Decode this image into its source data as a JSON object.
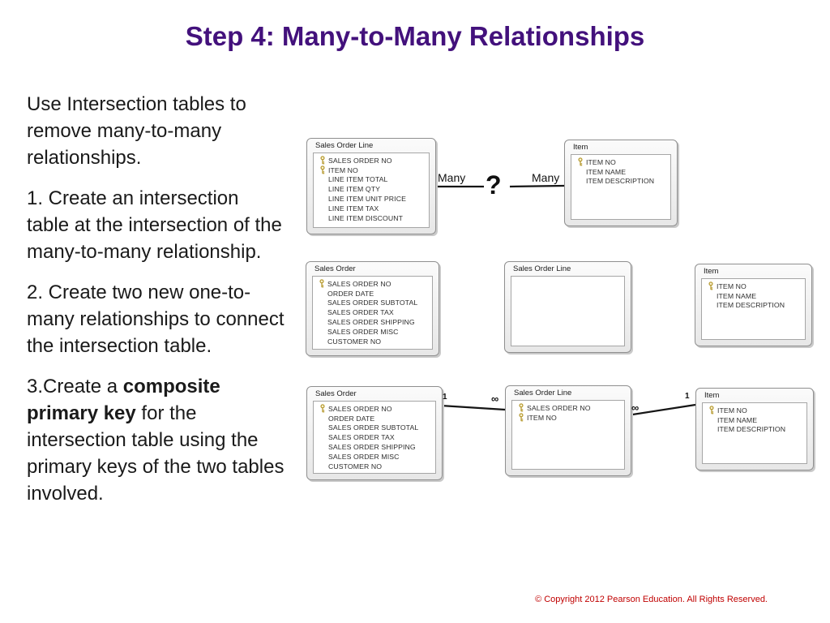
{
  "slide": {
    "title": "Step 4: Many-to-Many Relationships",
    "title_color": "#43117C",
    "copyright": "© Copyright 2012 Pearson Education. All Rights Reserved.",
    "copyright_color": "#C00000"
  },
  "body": {
    "para1": "Use Intersection tables to remove many-to-many relationships.",
    "para2": "1. Create an intersection table at the intersection of the many-to-many relationship.",
    "para3": "2. Create two new one-to-many relationships to connect the intersection table.",
    "para4_prefix": "3.Create a ",
    "para4_bold": "composite primary key",
    "para4_suffix": " for the intersection table using the primary keys of the two tables involved."
  },
  "diagram": {
    "key_icon_color": "#B79B33",
    "connector_color": "#151515",
    "tables": {
      "t1": {
        "title": "Sales Order Line",
        "fields": [
          {
            "label": "SALES ORDER NO",
            "key": true
          },
          {
            "label": "ITEM NO",
            "key": true
          },
          {
            "label": "LINE ITEM TOTAL"
          },
          {
            "label": "LINE ITEM QTY"
          },
          {
            "label": "LINE ITEM UNIT PRICE"
          },
          {
            "label": "LINE ITEM TAX"
          },
          {
            "label": "LINE ITEM DISCOUNT"
          }
        ]
      },
      "t2": {
        "title": "Item",
        "fields": [
          {
            "label": "ITEM NO",
            "key": true
          },
          {
            "label": "ITEM NAME"
          },
          {
            "label": "ITEM DESCRIPTION"
          }
        ]
      },
      "t3": {
        "title": "Sales Order",
        "fields": [
          {
            "label": "SALES ORDER NO",
            "key": true
          },
          {
            "label": "ORDER DATE"
          },
          {
            "label": "SALES ORDER SUBTOTAL"
          },
          {
            "label": "SALES ORDER TAX"
          },
          {
            "label": "SALES ORDER SHIPPING"
          },
          {
            "label": "SALES ORDER MISC"
          },
          {
            "label": "CUSTOMER NO"
          }
        ]
      },
      "t4": {
        "title": "Sales Order Line",
        "fields": []
      },
      "t5": {
        "title": "Item",
        "fields": [
          {
            "label": "ITEM NO",
            "key": true
          },
          {
            "label": "ITEM NAME"
          },
          {
            "label": "ITEM DESCRIPTION"
          }
        ]
      },
      "t6": {
        "title": "Sales Order",
        "fields": [
          {
            "label": "SALES ORDER NO",
            "key": true
          },
          {
            "label": "ORDER DATE"
          },
          {
            "label": "SALES ORDER SUBTOTAL"
          },
          {
            "label": "SALES ORDER TAX"
          },
          {
            "label": "SALES ORDER SHIPPING"
          },
          {
            "label": "SALES ORDER MISC"
          },
          {
            "label": "CUSTOMER NO"
          }
        ]
      },
      "t7": {
        "title": "Sales Order Line",
        "fields": [
          {
            "label": "SALES ORDER NO",
            "key": true
          },
          {
            "label": "ITEM NO",
            "key": true
          }
        ]
      },
      "t8": {
        "title": "Item",
        "fields": [
          {
            "label": "ITEM NO",
            "key": true
          },
          {
            "label": "ITEM NAME"
          },
          {
            "label": "ITEM DESCRIPTION"
          }
        ]
      }
    },
    "labels": {
      "many1": "Many",
      "question": "?",
      "many2": "Many",
      "one_left": "1",
      "inf_left": "∞",
      "inf_right": "∞",
      "one_right": "1"
    }
  }
}
